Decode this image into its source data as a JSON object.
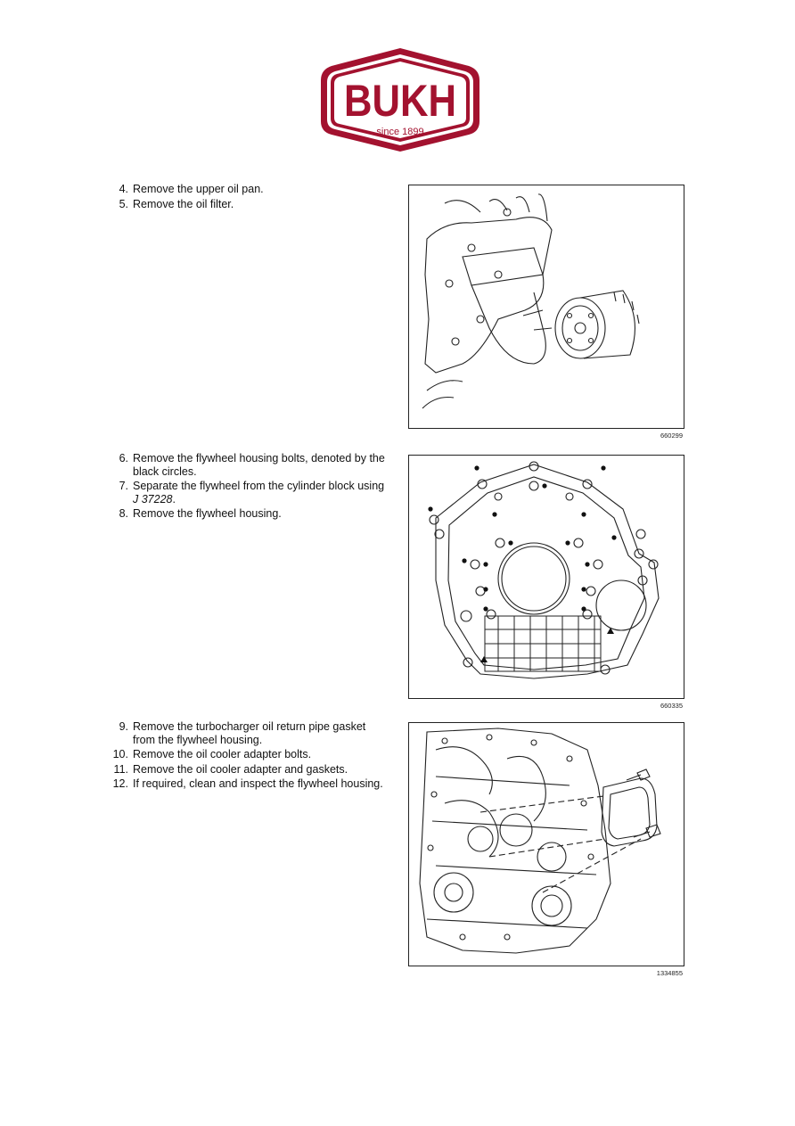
{
  "logo": {
    "brand": "BUKH",
    "tagline": "since 1899",
    "color": "#a3122f"
  },
  "sections": [
    {
      "steps": [
        {
          "num": "4.",
          "text": "Remove the upper oil pan."
        },
        {
          "num": "5.",
          "text": "Remove the oil filter."
        }
      ],
      "figure_id": "660299"
    },
    {
      "steps": [
        {
          "num": "6.",
          "text": "Remove the flywheel housing bolts, denoted by the black circles."
        },
        {
          "num": "7.",
          "text": "Separate the flywheel from the cylinder block using",
          "ref": "J 37228",
          "suffix": "."
        },
        {
          "num": "8.",
          "text": "Remove the flywheel housing."
        }
      ],
      "figure_id": "660335"
    },
    {
      "steps": [
        {
          "num": "9.",
          "text": "Remove the turbocharger oil return pipe gasket from the flywheel housing."
        },
        {
          "num": "10.",
          "text": "Remove the oil cooler adapter bolts."
        },
        {
          "num": "11.",
          "text": "Remove the oil cooler adapter and gaskets."
        },
        {
          "num": "12.",
          "text": "If required, clean and inspect the flywheel housing."
        }
      ],
      "figure_id": "1334855"
    }
  ]
}
